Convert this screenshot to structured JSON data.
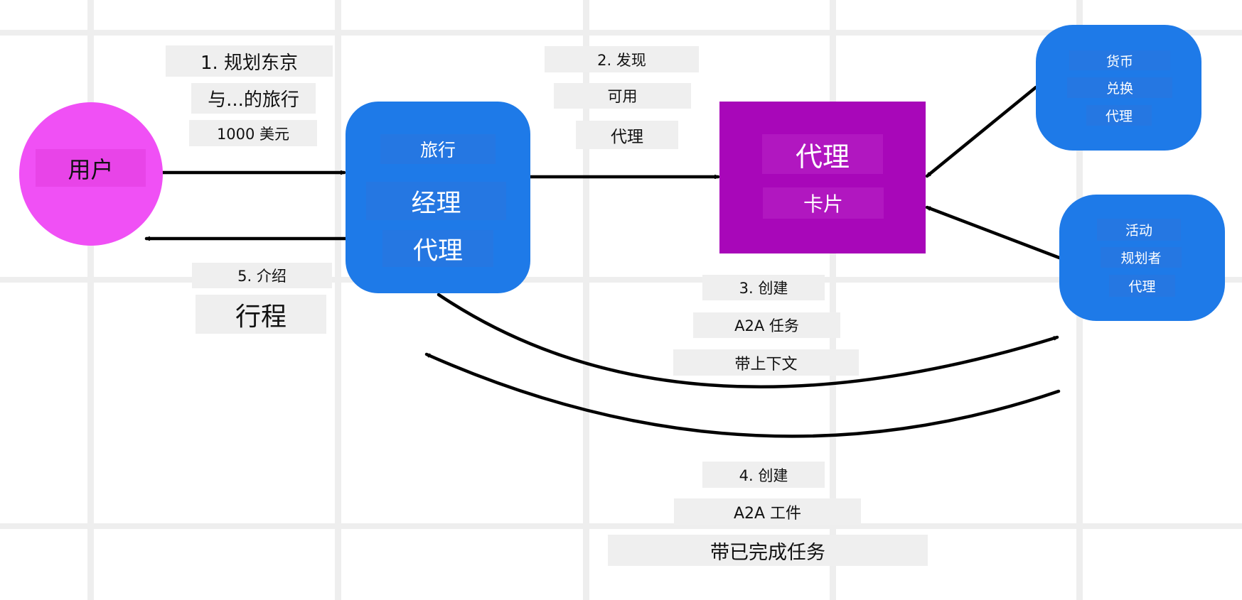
{
  "nodes": {
    "user": {
      "label": "用户"
    },
    "travel_manager": {
      "lines": [
        "旅行",
        "经理",
        "代理"
      ]
    },
    "agent_card": {
      "lines": [
        "代理",
        "卡片"
      ]
    },
    "currency_agent": {
      "lines": [
        "货币",
        "兑换",
        "代理"
      ]
    },
    "activity_agent": {
      "lines": [
        "活动",
        "规划者",
        "代理"
      ]
    }
  },
  "edges": {
    "step1": {
      "lines": [
        "1. 规划东京",
        "与...的旅行",
        "1000 美元"
      ]
    },
    "step2": {
      "lines": [
        "2. 发现",
        "可用",
        "代理"
      ]
    },
    "step3": {
      "lines": [
        "3. 创建",
        "A2A 任务",
        "带上下文"
      ]
    },
    "step4": {
      "lines": [
        "4. 创建",
        "A2A 工件",
        "带已完成任务"
      ]
    },
    "step5": {
      "lines": [
        "5. 介绍",
        "行程"
      ]
    }
  },
  "colors": {
    "user_node": "#f050f5",
    "agent_node": "#1e7ae8",
    "agent_card": "#a807b9",
    "label_background": "#efefef",
    "arrow": "#000000"
  }
}
